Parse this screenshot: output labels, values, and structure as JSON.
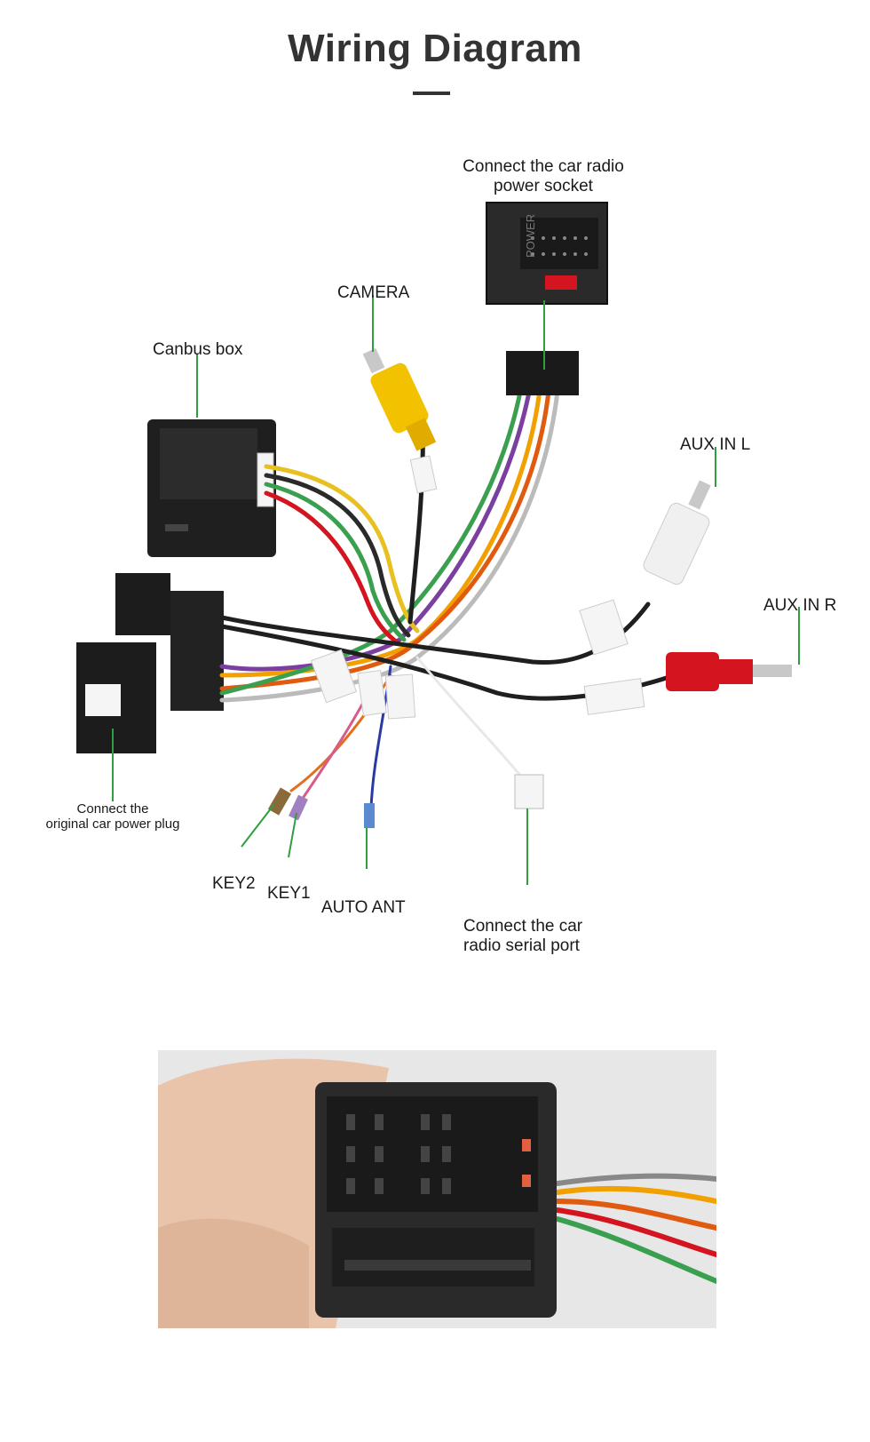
{
  "header": {
    "title": "Wiring Diagram"
  },
  "labels": {
    "power_socket": [
      "Connect the car radio",
      "power socket"
    ],
    "camera": "CAMERA",
    "canbus": "Canbus box",
    "aux_l": "AUX IN L",
    "aux_r": "AUX IN R",
    "original_plug": [
      "Connect the",
      "original car  power plug"
    ],
    "key2": "KEY2",
    "key1": "KEY1",
    "auto_ant": "AUTO ANT",
    "serial_port": [
      "Connect the car",
      "radio  serial port"
    ]
  },
  "colors": {
    "leader_line": "#2e9e3e",
    "connector_black": "#1c1c1c",
    "rca_yellow": "#f2c200",
    "rca_red": "#d4141e",
    "rca_white": "#f0f0f0"
  }
}
